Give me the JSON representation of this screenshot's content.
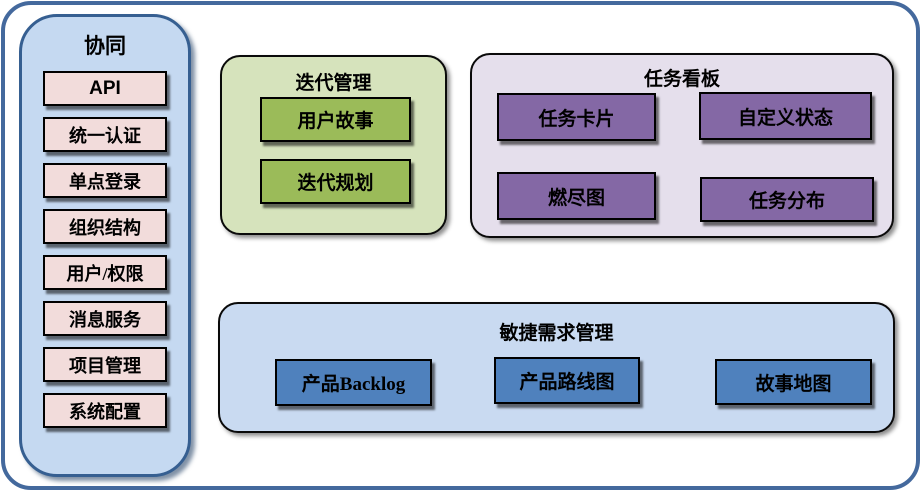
{
  "colors": {
    "frame_border": "#44699d",
    "panel_border": "#365f91",
    "panel_blue_bg": "#c5d9f1",
    "item_pink": "#f2dcdb",
    "section_green_bg": "#d6e3bc",
    "item_green": "#9bbb59",
    "section_purple_bg": "#e5dfec",
    "item_purple": "#8468a5",
    "section_blue_bg": "#c9daf1",
    "item_blue": "#4f81bd",
    "box_border": "#000000"
  },
  "sidebar": {
    "title": "协同",
    "items": [
      "API",
      "统一认证",
      "单点登录",
      "组织结构",
      "用户/权限",
      "消息服务",
      "项目管理",
      "系统配置"
    ]
  },
  "sections": {
    "iteration": {
      "title": "迭代管理",
      "items": [
        "用户故事",
        "迭代规划"
      ]
    },
    "kanban": {
      "title": "任务看板",
      "items": [
        "任务卡片",
        "自定义状态",
        "燃尽图",
        "任务分布"
      ]
    },
    "agile": {
      "title": "敏捷需求管理",
      "items": [
        "产品Backlog",
        "产品路线图",
        "故事地图"
      ]
    }
  }
}
